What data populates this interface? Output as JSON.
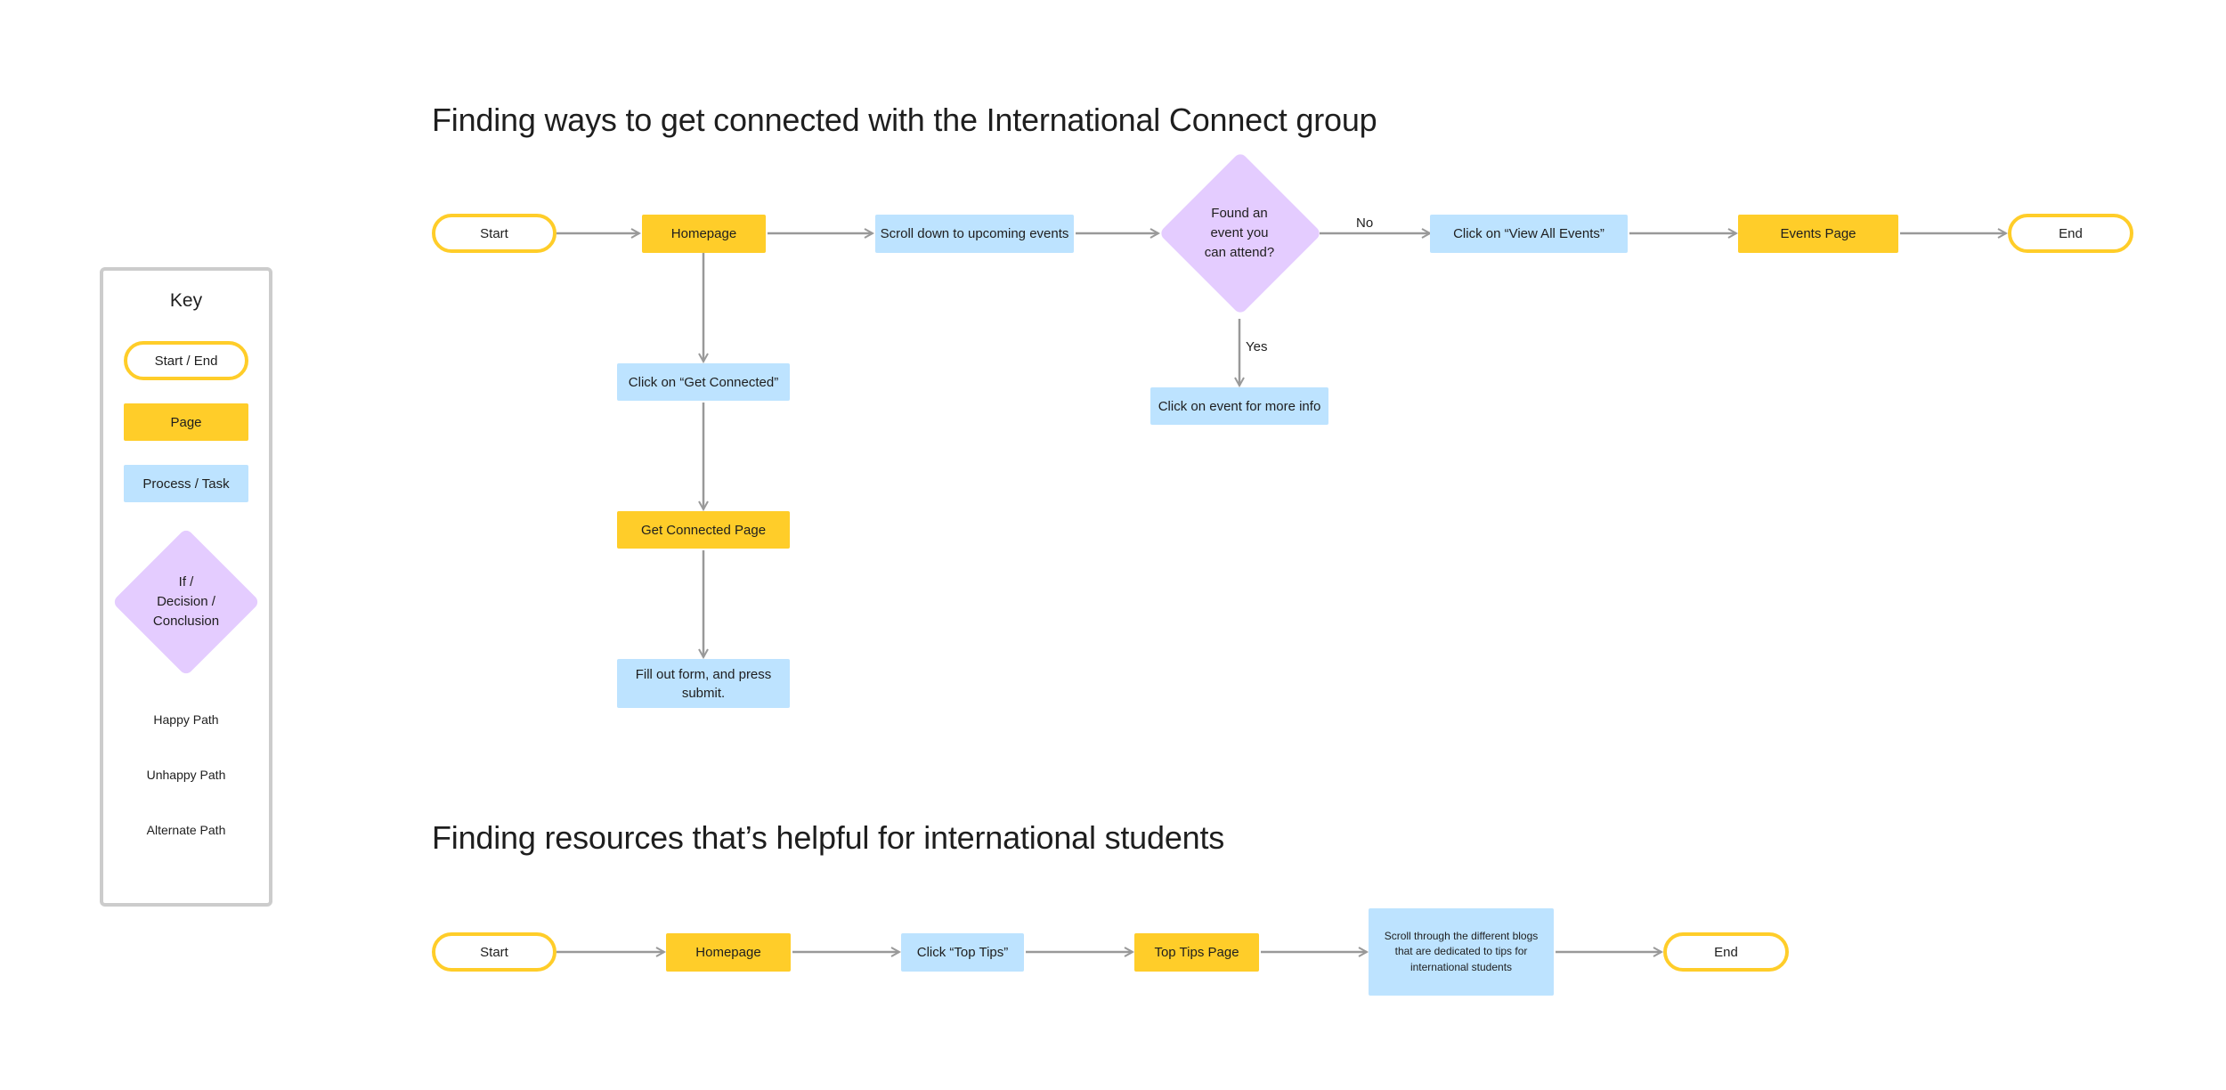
{
  "key": {
    "title": "Key",
    "start_end": "Start / End",
    "page": "Page",
    "process": "Process / Task",
    "decision": [
      "If /",
      "Decision /",
      "Conclusion"
    ],
    "happy_path": "Happy Path",
    "unhappy_path": "Unhappy Path",
    "alternate_path": "Alternate Path"
  },
  "flow1": {
    "title": "Finding ways to get connected with the International Connect group",
    "start": "Start",
    "homepage": "Homepage",
    "scroll_events": "Scroll down to upcoming events",
    "decision": [
      "Found an",
      "event you",
      "can attend?"
    ],
    "no_label": "No",
    "yes_label": "Yes",
    "view_all_events": "Click on “View All Events”",
    "events_page": "Events Page",
    "end": "End",
    "event_more_info": "Click on event for more info",
    "get_connected_click": "Click on “Get Connected”",
    "get_connected_page": "Get Connected Page",
    "fill_form": "Fill out form, and press submit."
  },
  "flow2": {
    "title": "Finding resources that’s helpful for international students",
    "start": "Start",
    "homepage": "Homepage",
    "click_top_tips": "Click “Top Tips”",
    "top_tips_page": "Top Tips Page",
    "scroll_blogs": "Scroll through the different blogs that are dedicated to tips for international students",
    "end": "End"
  },
  "colors": {
    "terminal_border": "#ffcd29",
    "page": "#ffcd29",
    "process": "#bde3ff",
    "decision": "#e4ccff",
    "happy_path": "#999999",
    "unhappy_path": "#f24822",
    "alternate_path": "#757575",
    "key_border": "#cccccc"
  }
}
